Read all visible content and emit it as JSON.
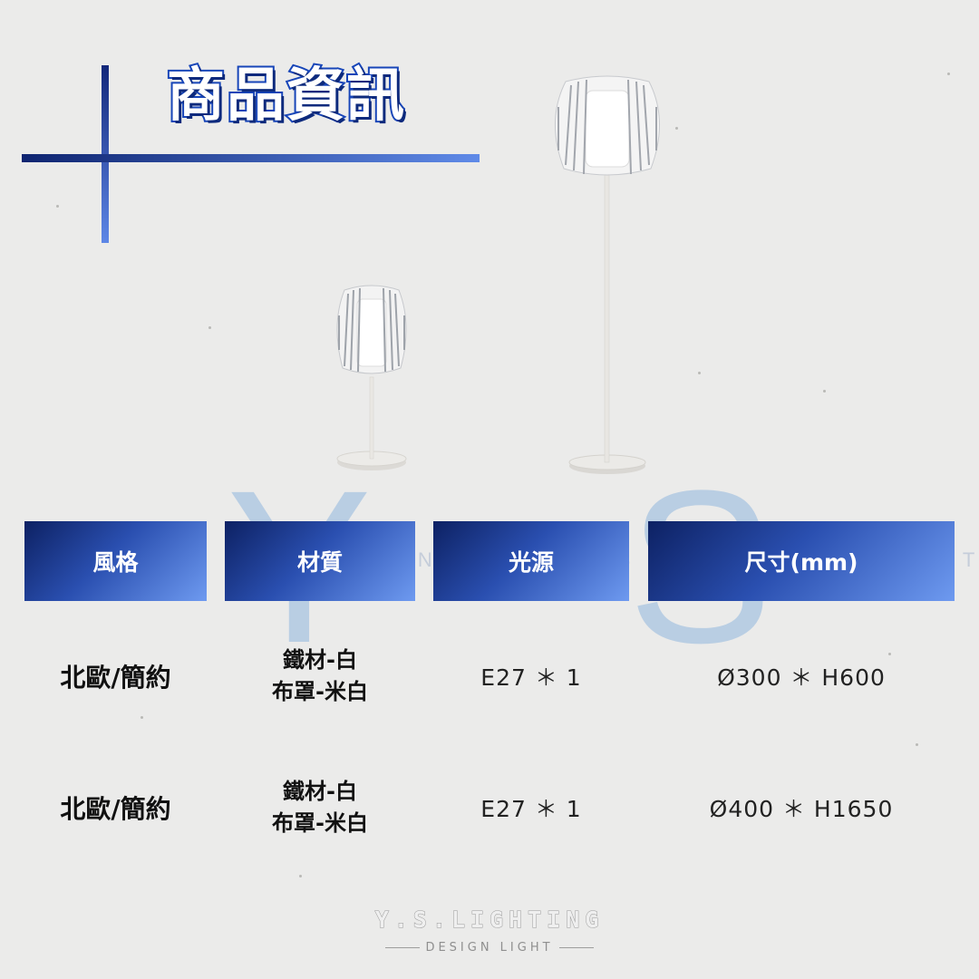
{
  "header": {
    "title": "商品資訊"
  },
  "watermark": {
    "letters": "Y S L",
    "subtitle": "LIGHTING DESIGN LIGHTING"
  },
  "table": {
    "columns": [
      "風格",
      "材質",
      "光源",
      "尺寸(mm)"
    ],
    "rows": [
      {
        "style": "北歐/簡約",
        "material_line1": "鐵材-白",
        "material_line2": "布罩-米白",
        "light": "E27 ＊ 1",
        "size": "Ø300 ＊ H600"
      },
      {
        "style": "北歐/簡約",
        "material_line1": "鐵材-白",
        "material_line2": "布罩-米白",
        "light": "E27 ＊ 1",
        "size": "Ø400 ＊ H1650"
      }
    ]
  },
  "footer": {
    "brand": "Y.S.LIGHTING",
    "tagline": "DESIGN LIGHT"
  },
  "colors": {
    "accent_dark": "#0d2163",
    "accent_light": "#6e9af0",
    "background": "#ebebea"
  },
  "images": {
    "table_lamp": "table-lamp-product-photo",
    "floor_lamp": "floor-lamp-product-photo"
  }
}
